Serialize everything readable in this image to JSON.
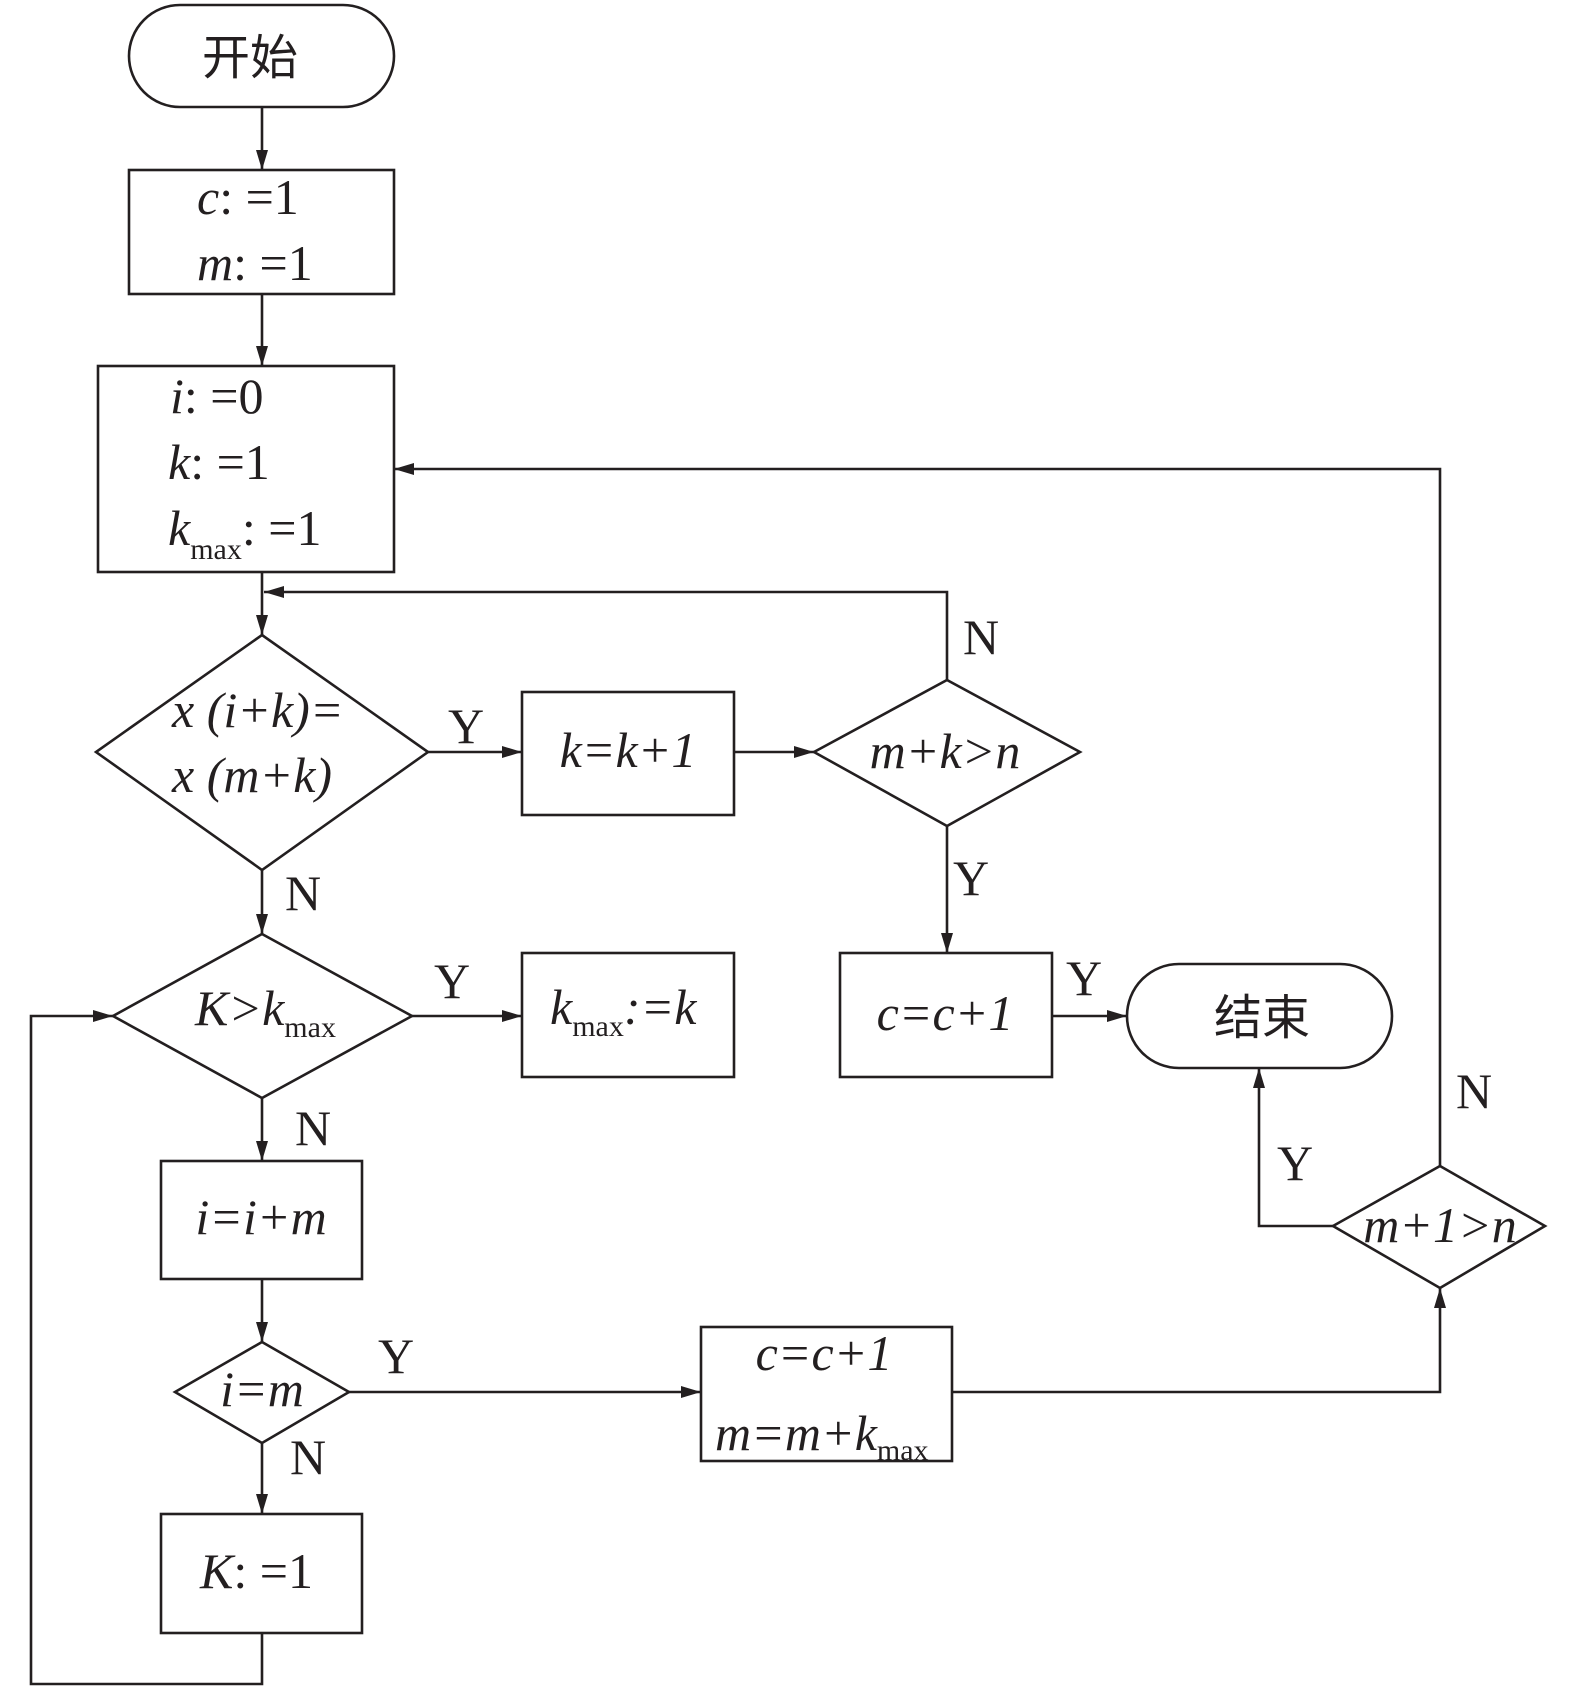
{
  "diagram": {
    "type": "flowchart",
    "line_color": "#231f20",
    "background": "#ffffff",
    "nodes": {
      "start": {
        "text": "开始"
      },
      "init1": {
        "lines": [
          {
            "var": "c",
            "rest": ": =1"
          },
          {
            "var": "m",
            "rest": ": =1"
          }
        ]
      },
      "init2": {
        "lines": [
          {
            "var": "i",
            "rest": ": =0"
          },
          {
            "var": "k",
            "rest": ": =1"
          },
          {
            "var": "k",
            "sub": "max",
            "rest": ": =1"
          }
        ]
      },
      "cond_equal": {
        "line1": "x (i+k)=",
        "line2": "x (m+k)"
      },
      "inc_k": {
        "text": "k=k+1"
      },
      "cond_mk_gt_n": {
        "text": "m+k>n"
      },
      "cond_K_gt_kmax": {
        "main": "K>k",
        "sub": "max"
      },
      "set_kmax": {
        "main": "k",
        "sub": "max",
        "rest": ":=k"
      },
      "inc_c_a": {
        "text": "c=c+1"
      },
      "end": {
        "text": "结束"
      },
      "inc_i": {
        "text": "i=i+m"
      },
      "cond_i_eq_m": {
        "text": "i=m"
      },
      "update_cm": {
        "line1": "c=c+1",
        "line2_main": "m=m+k",
        "line2_sub": "max"
      },
      "cond_m1_gt_n": {
        "text": "m+1>n"
      },
      "reset_K": {
        "var": "K",
        "rest": ": =1"
      }
    },
    "edge_labels": {
      "cond_equal_yes": "Y",
      "cond_equal_no": "N",
      "cond_mk_gt_n_no": "N",
      "cond_mk_gt_n_yes": "Y",
      "cond_K_gt_kmax_yes": "Y",
      "cond_K_gt_kmax_no": "N",
      "inc_c_to_end": "Y",
      "cond_i_eq_m_yes": "Y",
      "cond_i_eq_m_no": "N",
      "cond_m1_gt_n_yes": "Y",
      "cond_m1_gt_n_no": "N"
    }
  }
}
